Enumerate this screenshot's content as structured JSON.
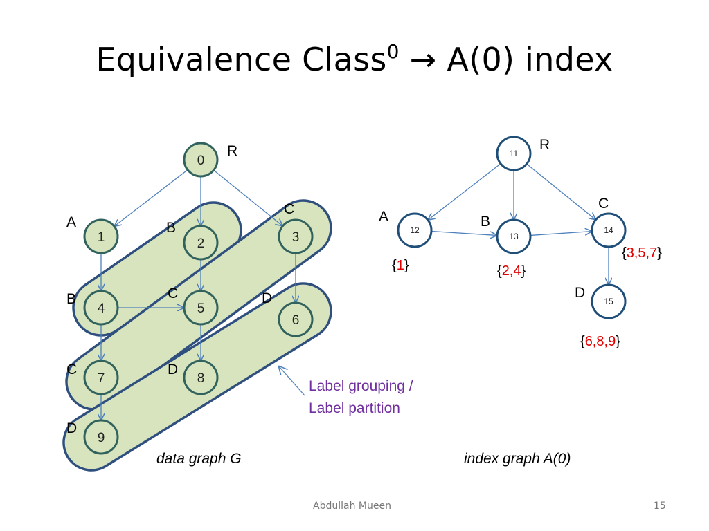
{
  "slide": {
    "title_main": "Equivalence Class",
    "title_sup": "0",
    "title_rest": " → A(0) index",
    "footer_author": "Abdullah Mueen",
    "footer_page": "15"
  },
  "data_graph": {
    "caption": "data graph G",
    "nodes": [
      {
        "id": "0",
        "label": "R"
      },
      {
        "id": "1",
        "label": "A"
      },
      {
        "id": "2",
        "label": "B"
      },
      {
        "id": "3",
        "label": "C"
      },
      {
        "id": "4",
        "label": "B"
      },
      {
        "id": "5",
        "label": "C"
      },
      {
        "id": "6",
        "label": "D"
      },
      {
        "id": "7",
        "label": "C"
      },
      {
        "id": "8",
        "label": "D"
      },
      {
        "id": "9",
        "label": "D"
      }
    ],
    "edges": [
      [
        "0",
        "1"
      ],
      [
        "0",
        "2"
      ],
      [
        "0",
        "3"
      ],
      [
        "1",
        "4"
      ],
      [
        "2",
        "5"
      ],
      [
        "4",
        "5"
      ],
      [
        "3",
        "6"
      ],
      [
        "4",
        "7"
      ],
      [
        "5",
        "8"
      ],
      [
        "7",
        "9"
      ]
    ],
    "groups": [
      [
        "2",
        "4"
      ],
      [
        "3",
        "5",
        "7"
      ],
      [
        "6",
        "8",
        "9"
      ]
    ],
    "annotation": [
      "Label grouping /",
      "Label partition"
    ]
  },
  "index_graph": {
    "caption": "index graph A(0)",
    "nodes": [
      {
        "id": "11",
        "label": "R",
        "extent": []
      },
      {
        "id": "12",
        "label": "A",
        "extent": [
          "1"
        ]
      },
      {
        "id": "13",
        "label": "B",
        "extent": [
          "2",
          "4"
        ]
      },
      {
        "id": "14",
        "label": "C",
        "extent": [
          "3",
          "5",
          "7"
        ]
      },
      {
        "id": "15",
        "label": "D",
        "extent": [
          "6",
          "8",
          "9"
        ]
      }
    ],
    "edges": [
      [
        "11",
        "12"
      ],
      [
        "11",
        "13"
      ],
      [
        "11",
        "14"
      ],
      [
        "12",
        "13"
      ],
      [
        "13",
        "14"
      ],
      [
        "14",
        "15"
      ]
    ]
  },
  "colors": {
    "node_green": "#d7e4bd",
    "edge_blue": "#4f81bd",
    "extent_red": "#e00000",
    "annotation_purple": "#7030a0"
  }
}
